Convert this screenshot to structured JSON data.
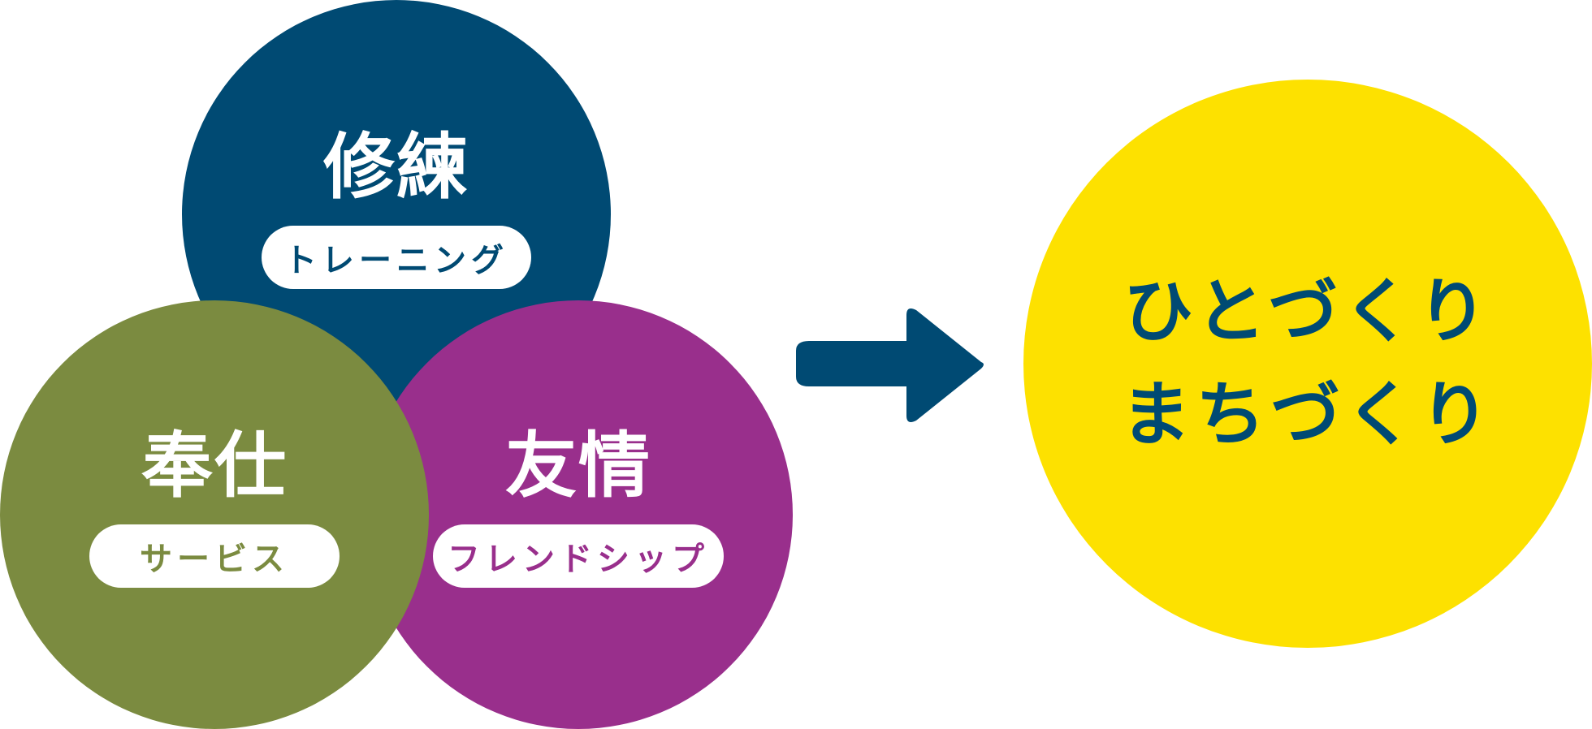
{
  "colors": {
    "training": "#004a73",
    "service": "#7b8b40",
    "friendship": "#992f8c",
    "goal": "#fde100",
    "arrow": "#004a73",
    "goal_text": "#004a73",
    "service_sub": "#7b8b40",
    "training_sub": "#004a73",
    "friendship_sub": "#992f8c"
  },
  "training": {
    "kanji": "修練",
    "sub": "トレーニング"
  },
  "service": {
    "kanji": "奉仕",
    "sub": "サービス"
  },
  "friendship": {
    "kanji": "友情",
    "sub": "フレンドシップ"
  },
  "goal": {
    "lines": [
      "ひとづくり",
      "まちづくり"
    ]
  },
  "icons": {
    "arrow": "arrow-right-icon"
  }
}
